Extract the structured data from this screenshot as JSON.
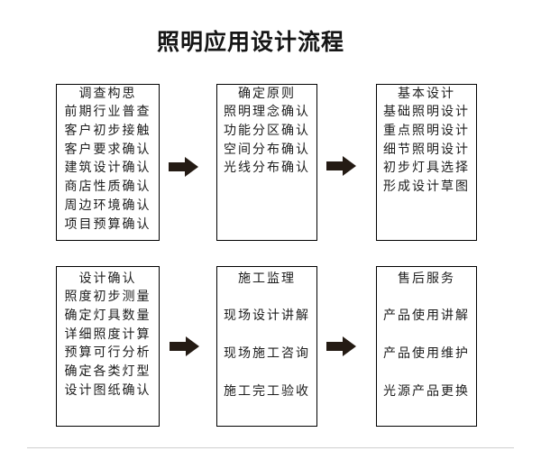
{
  "title": "照明应用设计流程",
  "flow": {
    "steps": [
      {
        "header": "调查构思",
        "items": [
          "前期行业普查",
          "客户初步接触",
          "客户要求确认",
          "建筑设计确认",
          "商店性质确认",
          "周边环境确认",
          "项目预算确认"
        ]
      },
      {
        "header": "确定原则",
        "items": [
          "照明理念确认",
          "功能分区确认",
          "空间分布确认",
          "光线分布确认"
        ]
      },
      {
        "header": "基本设计",
        "items": [
          "基础照明设计",
          "重点照明设计",
          "细节照明设计",
          "初步灯具选择",
          "形成设计草图"
        ]
      },
      {
        "header": "设计确认",
        "items": [
          "照度初步测量",
          "确定灯具数量",
          "详细照度计算",
          "预算可行分析",
          "确定各类灯型",
          "设计图纸确认"
        ]
      },
      {
        "header": "施工监理",
        "items": [
          "现场设计讲解",
          "现场施工咨询",
          "施工完工验收"
        ]
      },
      {
        "header": "售后服务",
        "items": [
          "产品使用讲解",
          "产品使用维护",
          "光源产品更换"
        ]
      }
    ]
  },
  "colors": {
    "arrow": "#241b14",
    "border": "#000000",
    "text": "#1c1c1c",
    "background": "#ffffff"
  }
}
